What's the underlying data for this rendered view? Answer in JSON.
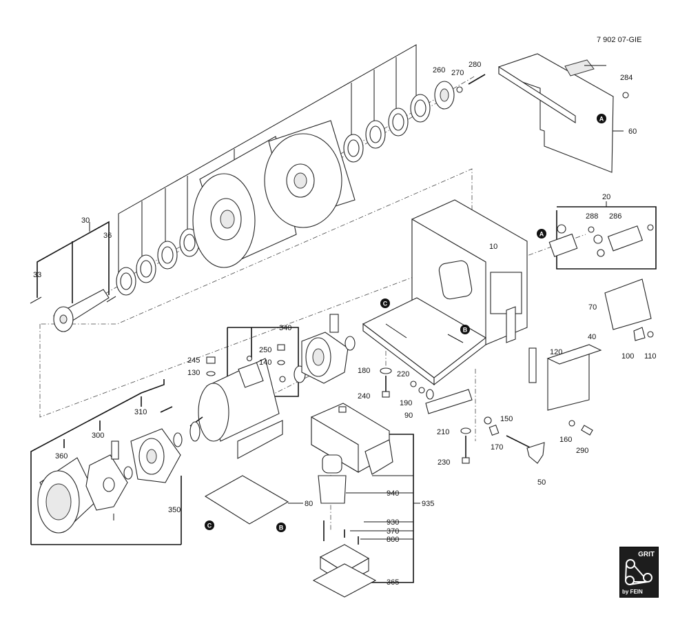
{
  "drawing_id": "7 902 07-GIE",
  "logo": {
    "brand": "GRIT",
    "subtitle": "by FEIN"
  },
  "part_numbers": [
    "10",
    "20",
    "30",
    "33",
    "36",
    "40",
    "50",
    "60",
    "70",
    "80",
    "90",
    "100",
    "110",
    "120",
    "130",
    "140",
    "150",
    "160",
    "170",
    "180",
    "190",
    "210",
    "220",
    "230",
    "240",
    "245",
    "250",
    "260",
    "270",
    "280",
    "284",
    "286",
    "288",
    "290",
    "300",
    "310",
    "340",
    "350",
    "360",
    "365",
    "370",
    "800",
    "930",
    "935",
    "940"
  ],
  "markers": [
    "A",
    "B",
    "C"
  ]
}
